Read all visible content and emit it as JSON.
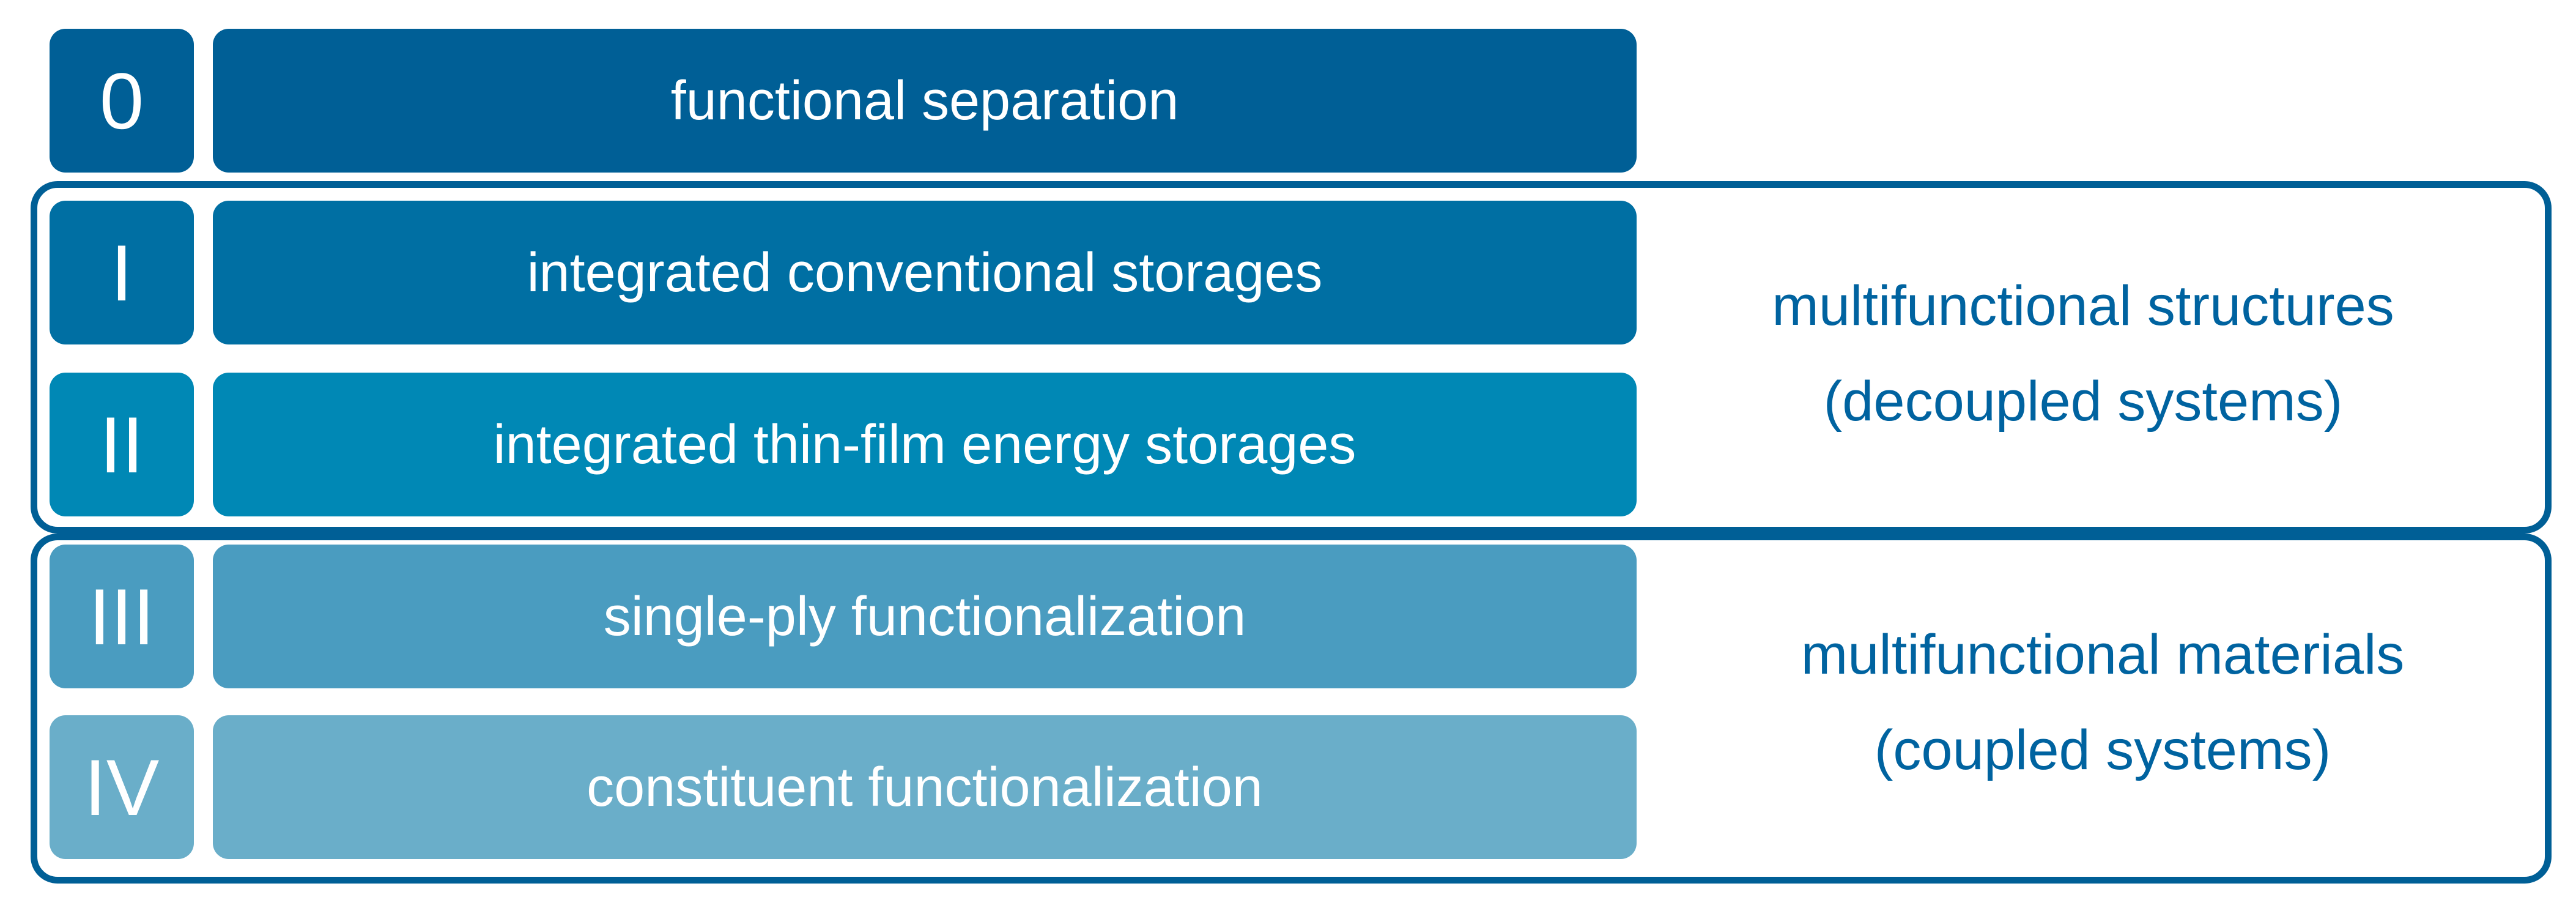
{
  "levels": [
    {
      "numeral": "0",
      "label": "functional separation",
      "color": "#005f96"
    },
    {
      "numeral": "I",
      "label": "integrated conventional storages",
      "color": "#006fa3"
    },
    {
      "numeral": "II",
      "label": "integrated thin-film energy storages",
      "color": "#0088b5"
    },
    {
      "numeral": "III",
      "label": "single-ply functionalization",
      "color": "#4a9cc0"
    },
    {
      "numeral": "IV",
      "label": "constituent functionalization",
      "color": "#6aaec9"
    }
  ],
  "groups": [
    {
      "title": "multifunctional structures",
      "subtitle": "(decoupled systems)",
      "levels": [
        "I",
        "II"
      ],
      "border_color": "#005f96"
    },
    {
      "title": "multifunctional materials",
      "subtitle": "(coupled systems)",
      "levels": [
        "III",
        "IV"
      ],
      "border_color": "#005f96"
    }
  ],
  "label_color": "#0063a0"
}
